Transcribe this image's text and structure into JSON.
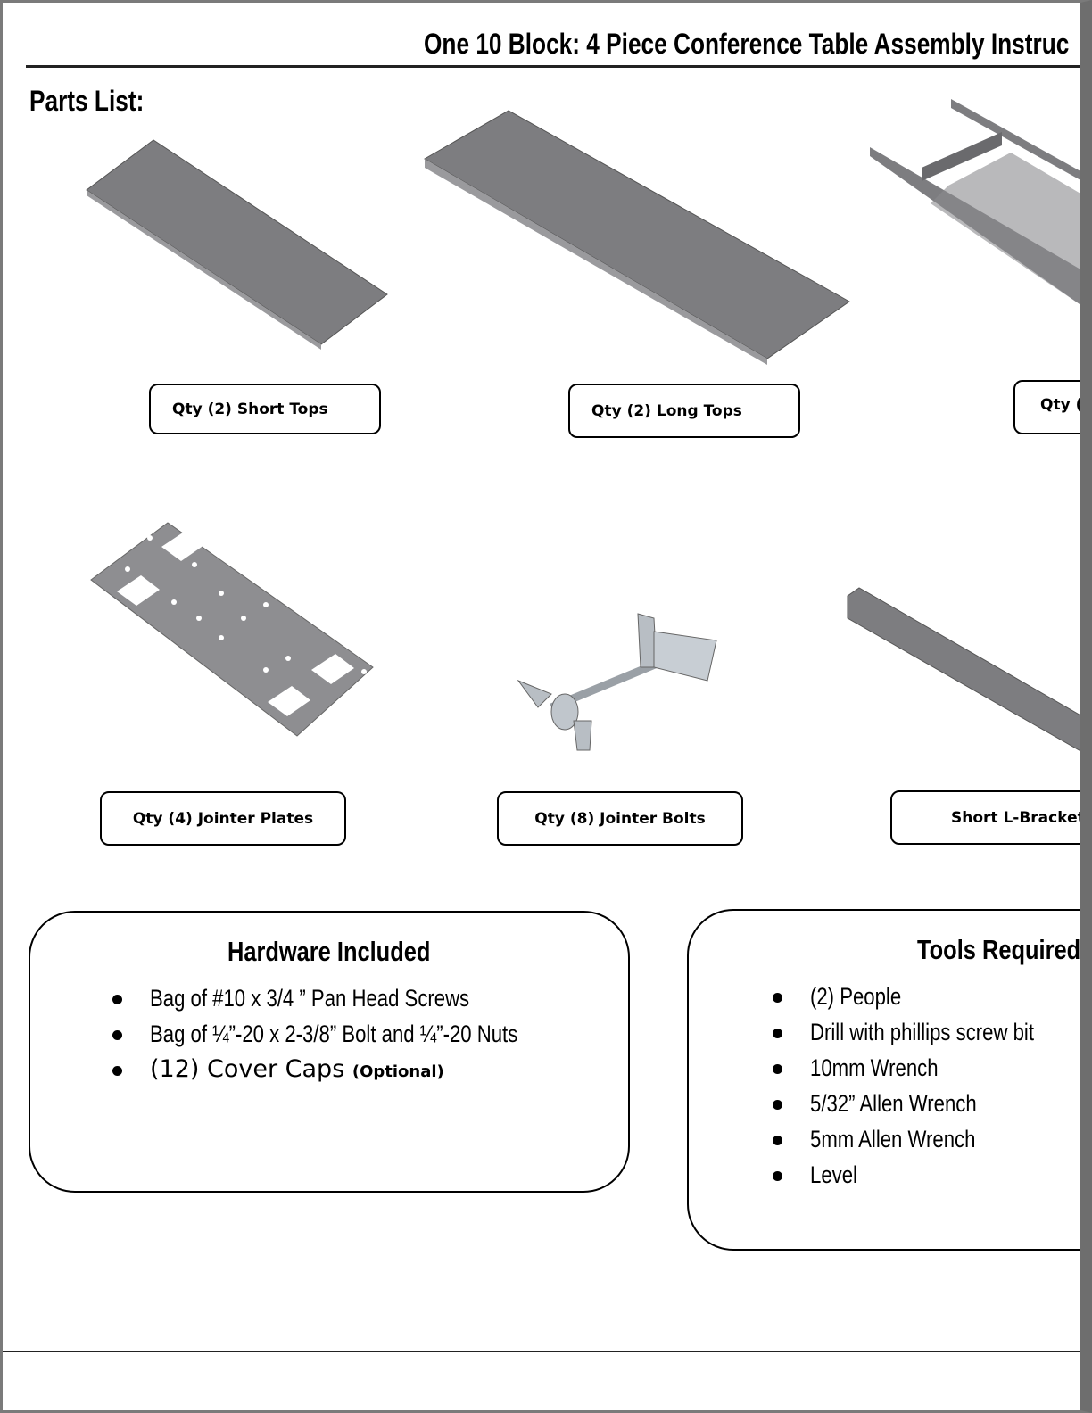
{
  "header": {
    "title": "One 10 Block: 4 Piece Conference Table Assembly Instruc"
  },
  "parts_heading": "Parts List:",
  "parts": [
    {
      "label": "Qty (2) Short Tops"
    },
    {
      "label": "Qty (2) Long Tops"
    },
    {
      "label": "Qty ("
    },
    {
      "label": "Qty (4) Jointer Plates"
    },
    {
      "label": "Qty (8) Jointer Bolts"
    },
    {
      "label": "Short L-Brackets"
    }
  ],
  "hardware": {
    "title": "Hardware Included",
    "items": [
      "Bag of #10 x 3/4 ” Pan Head Screws",
      "Bag of ¼”-20 x 2-3/8” Bolt and ¼”-20 Nuts"
    ],
    "caps": "(12) Cover Caps",
    "caps_note": "(Optional)"
  },
  "tools": {
    "title": "Tools Required",
    "items": [
      "(2) People",
      "Drill with phillips screw bit",
      "10mm Wrench",
      "5/32” Allen Wrench",
      "5mm Allen Wrench",
      "Level"
    ]
  },
  "colors": {
    "part_gray": "#7d7d80",
    "border": "#7a7a7a"
  }
}
